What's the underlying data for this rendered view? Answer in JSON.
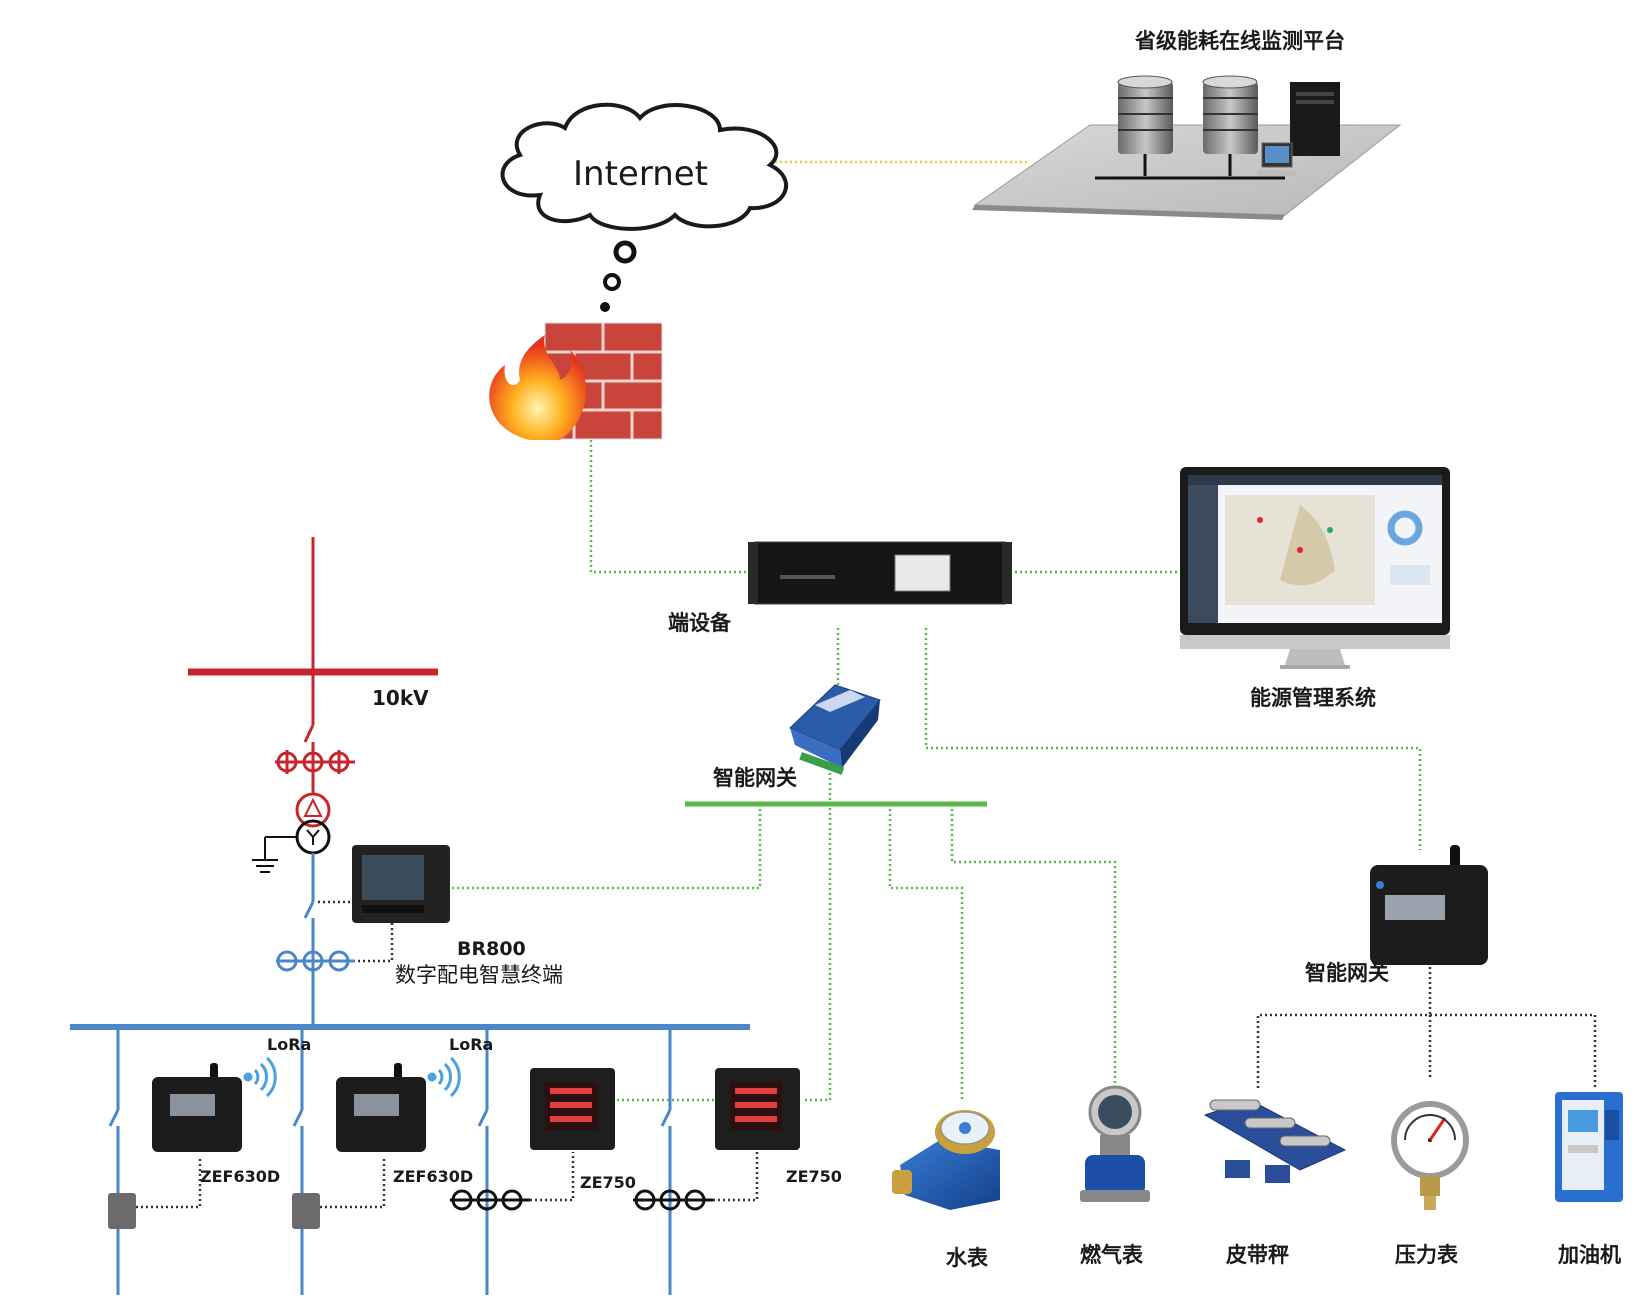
{
  "labels": {
    "platform": "省级能耗在线监测平台",
    "internet": "Internet",
    "terminal_device": "端设备",
    "energy_system": "能源管理系统",
    "voltage": "10kV",
    "gateway_center": "智能网关",
    "gateway_right": "智能网关",
    "br800_model": "BR800",
    "br800_desc": "数字配电智慧终端",
    "lora_1": "LoRa",
    "lora_2": "LoRa",
    "zef_1": "ZEF630D",
    "zef_2": "ZEF630D",
    "ze_1": "ZE750",
    "ze_2": "ZE750",
    "water_meter": "水表",
    "gas_meter": "燃气表",
    "belt_scale": "皮带秤",
    "pressure_gauge": "压力表",
    "fuel_dispenser": "加油机"
  },
  "colors": {
    "power_red": "#c8252c",
    "bus_blue": "#4a86c8",
    "link_green": "#59b848",
    "link_gold": "#e8c84a",
    "dotted_dark": "#333333"
  }
}
